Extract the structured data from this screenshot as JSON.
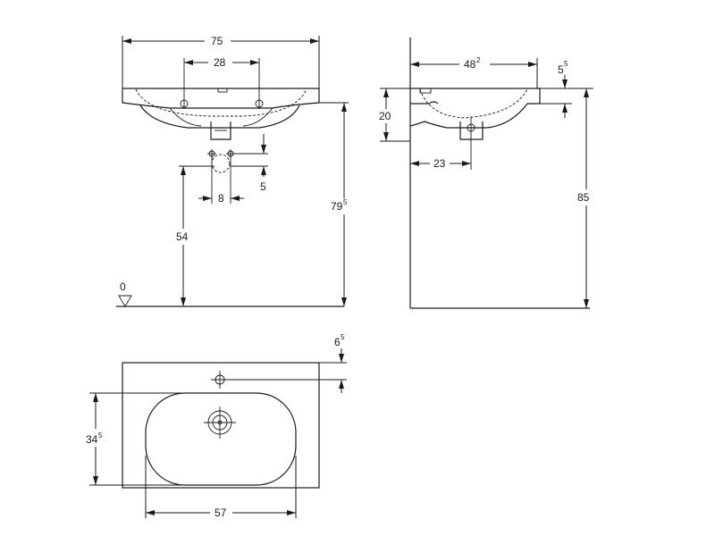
{
  "front_view": {
    "width_overall": "75",
    "tap_hole_spacing": "28",
    "rim_height_main": "79",
    "rim_height_sup": "5",
    "waste_height": "54",
    "waste_offset": "5",
    "waste_width": "8",
    "floor_level": "0"
  },
  "side_view": {
    "depth_main": "48",
    "depth_sup": "2",
    "rim_thickness_main": "5",
    "rim_thickness_sup": "5",
    "bowl_height": "20",
    "waste_distance": "23",
    "total_height": "85"
  },
  "plan_view": {
    "tap_offset_main": "6",
    "tap_offset_sup": "5",
    "bowl_depth_main": "34",
    "bowl_depth_sup": "5",
    "bowl_width": "57"
  }
}
